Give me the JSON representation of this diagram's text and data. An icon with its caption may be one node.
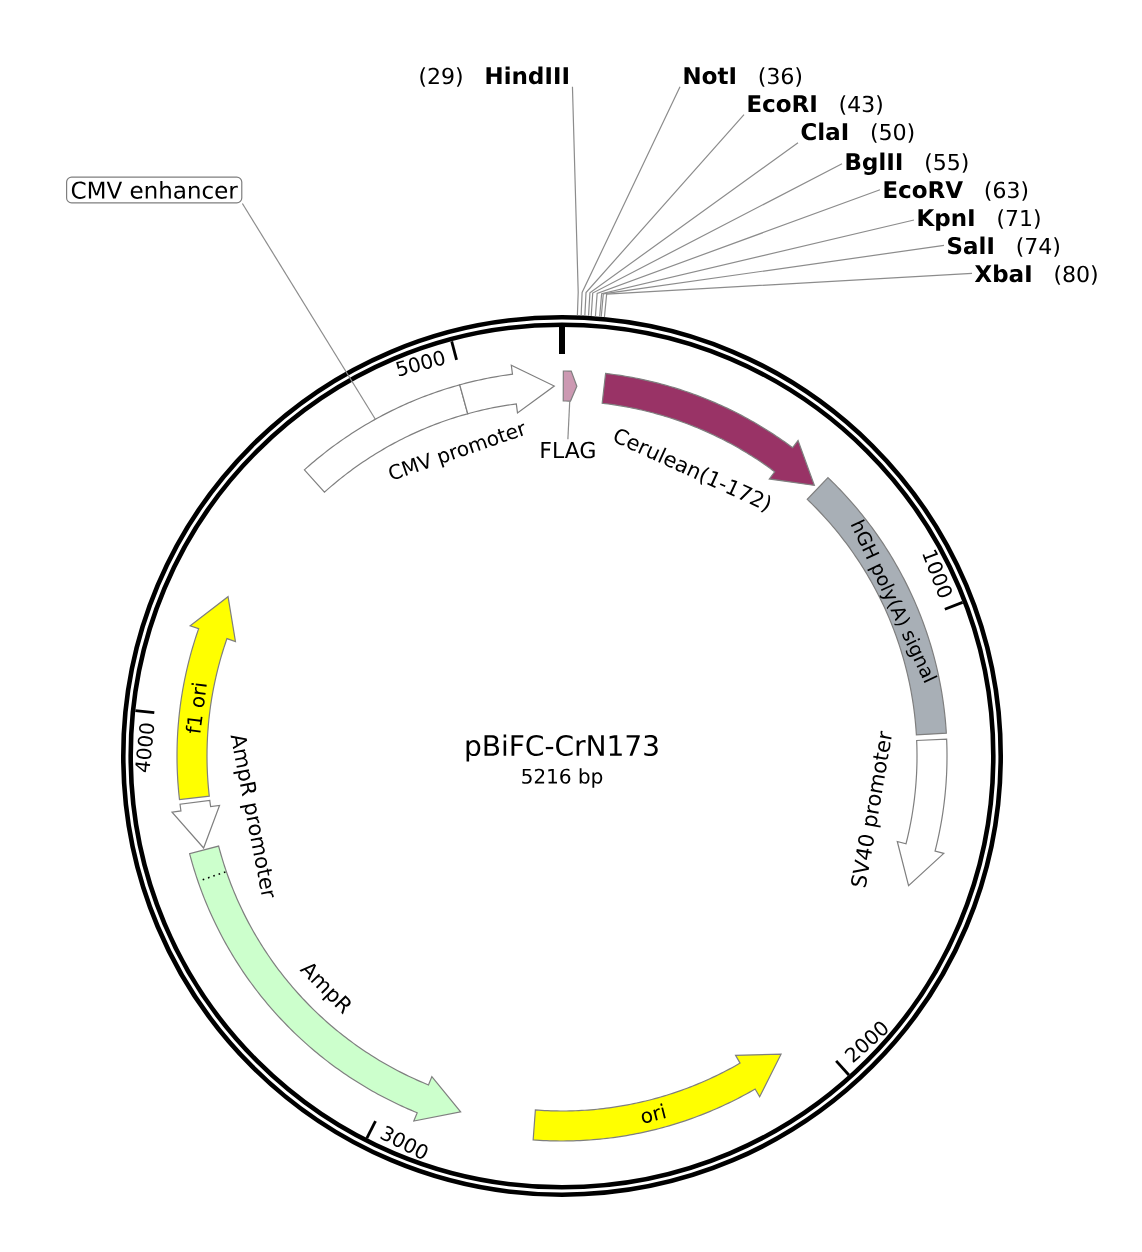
{
  "diagram": {
    "nodes": [
      {
        "text": [
          "HindIII"
        ],
        "beside": [
          "(29)"
        ]
      },
      {
        "text": [
          "NotI"
        ],
        "beside": [
          "(36)"
        ]
      },
      {
        "text": [
          "EcoRI"
        ],
        "beside": [
          "(43)"
        ]
      },
      {
        "text": [
          "ClaI"
        ],
        "beside": [
          "(50)"
        ]
      },
      {
        "text": [
          "BglII"
        ],
        "beside": [
          "(55)"
        ]
      },
      {
        "text": [
          "EcoRV"
        ],
        "beside": [
          "(63)"
        ]
      },
      {
        "text": [
          "KpnI"
        ],
        "beside": [
          "(71)"
        ]
      },
      {
        "text": [
          "SalI"
        ],
        "beside": [
          "(74)"
        ]
      },
      {
        "text": [
          "XbaI"
        ],
        "beside": [
          "(80)"
        ]
      },
      {
        "text": [
          "CMV enhancer"
        ]
      },
      {
        "text": [
          "pBiFC-CrN173",
          "5216 bp"
        ]
      },
      {
        "text": [],
        "shape": "bar",
        "in": 10
      },
      {
        "text": [
          "CMV promoter"
        ],
        "in": 10
      },
      {
        "text": [],
        "shape": "arrow",
        "in": 10
      },
      {
        "text": [
          "FLAG"
        ],
        "in": 10
      },
      {
        "text": [
          "Cerulean(1-172)"
        ],
        "in": 10
      },
      {
        "text": [
          "hGH poly(A) signal"
        ],
        "in": 10
      },
      {
        "text": [
          "SV40 promoter"
        ],
        "in": 10
      },
      {
        "text": [
          "ori"
        ],
        "in": 10
      },
      {
        "text": [
          "AmpR"
        ],
        "in": 10
      },
      {
        "text": [
          "AmpR promoter"
        ],
        "in": 10
      },
      {
        "text": [
          "f1 ori"
        ],
        "in": 10
      }
    ],
    "edges": [
      {
        "from": 0,
        "to": 10,
        "arrow": "none"
      },
      {
        "from": 1,
        "to": 10,
        "arrow": "none"
      },
      {
        "from": 2,
        "to": 10,
        "arrow": "none"
      },
      {
        "from": 3,
        "to": 10,
        "arrow": "none"
      },
      {
        "from": 4,
        "to": 10,
        "arrow": "none"
      },
      {
        "from": 5,
        "to": 10,
        "arrow": "none"
      },
      {
        "from": 6,
        "to": 10,
        "arrow": "none"
      },
      {
        "from": 7,
        "to": 10,
        "arrow": "none"
      },
      {
        "from": 8,
        "to": 10,
        "arrow": "none"
      },
      {
        "from": 9,
        "to": 11,
        "arrow": "none"
      },
      {
        "from": 14,
        "to": 13,
        "arrow": "none"
      }
    ],
    "labels": [
      "5000",
      "1000",
      "4000",
      "2000",
      "3000"
    ]
  }
}
